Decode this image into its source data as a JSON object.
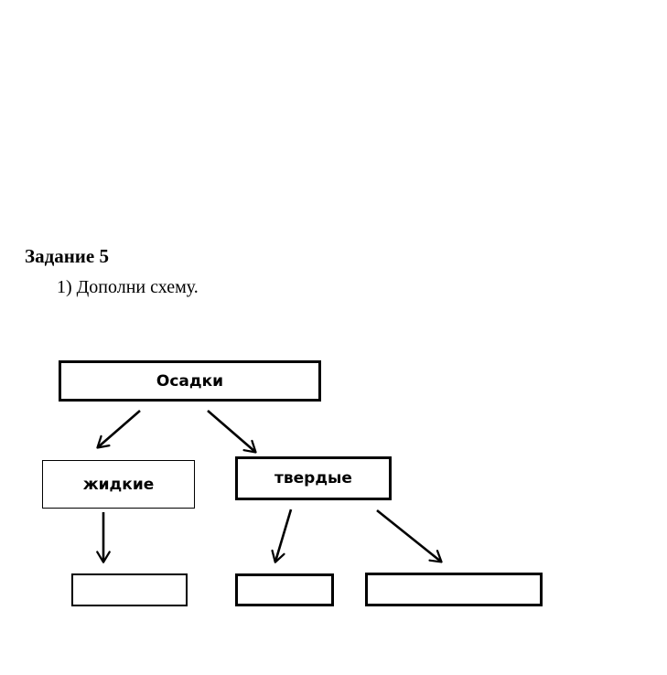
{
  "task": {
    "title": "Задание 5",
    "instruction": "1) Дополни схему."
  },
  "diagram": {
    "root": {
      "label": "Осадки"
    },
    "level2": [
      {
        "label": "жидкие"
      },
      {
        "label": "твердые"
      }
    ],
    "answer_boxes": [
      {
        "label": "",
        "parent": "жидкие"
      },
      {
        "label": "",
        "parent": "твердые"
      },
      {
        "label": "",
        "parent": "твердые"
      }
    ],
    "colors": {
      "ink": "#000000",
      "background": "#ffffff"
    }
  }
}
